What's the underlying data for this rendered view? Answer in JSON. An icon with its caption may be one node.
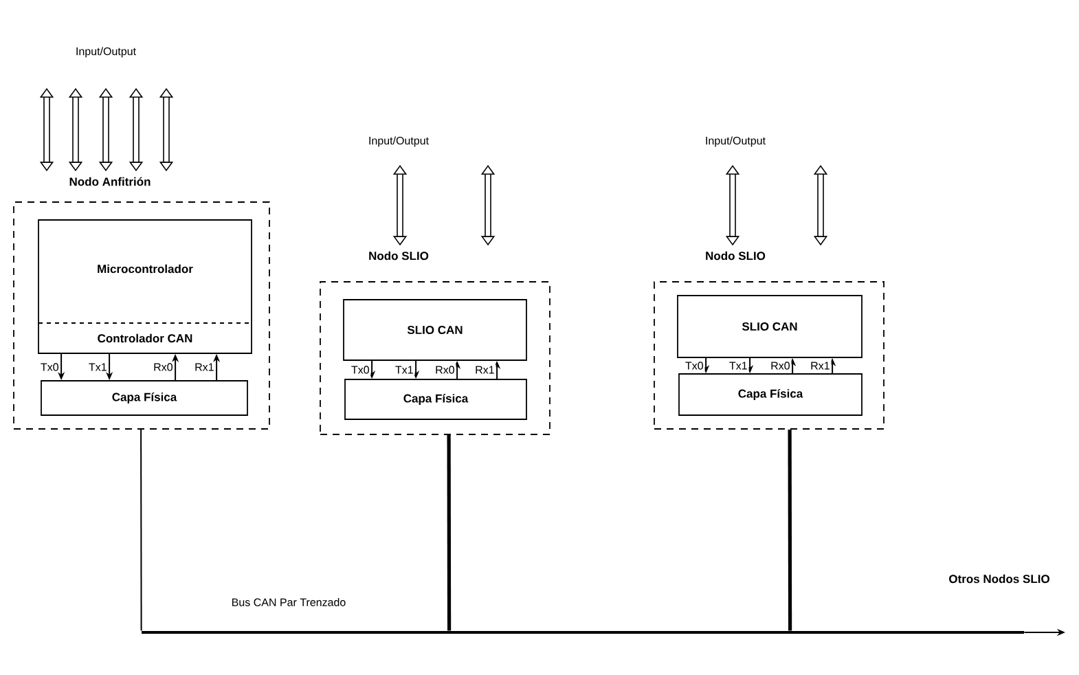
{
  "diagram": {
    "nodes": [
      {
        "text": [
          "Nodo Anfitrión"
        ]
      },
      {
        "text": [
          "Microcontrolador",
          "Controlador CAN"
        ],
        "in": 0
      },
      {
        "text": [
          "Capa Física"
        ],
        "in": 0
      },
      {
        "text": [
          "Nodo SLIO"
        ]
      },
      {
        "text": [
          "SLIO CAN"
        ],
        "in": 3
      },
      {
        "text": [
          "Capa Física"
        ],
        "in": 3
      },
      {
        "text": [
          "Nodo SLIO"
        ]
      },
      {
        "text": [
          "SLIO CAN"
        ],
        "in": 6
      },
      {
        "text": [
          "Capa Física"
        ],
        "in": 6
      },
      {
        "text": [],
        "shape": "bar"
      }
    ],
    "edges": [
      {
        "from": null,
        "to": 0,
        "arrow": "both",
        "style": "thick"
      },
      {
        "from": null,
        "to": 0,
        "arrow": "both",
        "style": "thick"
      },
      {
        "from": null,
        "to": 0,
        "arrow": "both",
        "style": "thick"
      },
      {
        "from": null,
        "to": 0,
        "arrow": "both",
        "style": "thick"
      },
      {
        "from": null,
        "to": 0,
        "arrow": "both",
        "style": "thick"
      },
      {
        "from": null,
        "to": 3,
        "arrow": "both",
        "style": "thick"
      },
      {
        "from": null,
        "to": 3,
        "arrow": "both",
        "style": "thick"
      },
      {
        "from": null,
        "to": 6,
        "arrow": "both",
        "style": "thick"
      },
      {
        "from": null,
        "to": 6,
        "arrow": "both",
        "style": "thick"
      },
      {
        "from": 1,
        "to": 2,
        "arrow": "to",
        "label": "Tx0"
      },
      {
        "from": 1,
        "to": 2,
        "arrow": "to",
        "label": "Tx1"
      },
      {
        "from": 2,
        "to": 1,
        "arrow": "to",
        "label": "Rx0"
      },
      {
        "from": 2,
        "to": 1,
        "arrow": "to",
        "label": "Rx1"
      },
      {
        "from": 4,
        "to": 5,
        "arrow": "to",
        "label": "Tx0"
      },
      {
        "from": 4,
        "to": 5,
        "arrow": "to",
        "label": "Tx1"
      },
      {
        "from": 5,
        "to": 4,
        "arrow": "to",
        "label": "Rx0"
      },
      {
        "from": 5,
        "to": 4,
        "arrow": "to",
        "label": "Rx1"
      },
      {
        "from": 7,
        "to": 8,
        "arrow": "to",
        "label": "Tx0"
      },
      {
        "from": 7,
        "to": 8,
        "arrow": "to",
        "label": "Tx1"
      },
      {
        "from": 8,
        "to": 7,
        "arrow": "to",
        "label": "Rx0"
      },
      {
        "from": 8,
        "to": 7,
        "arrow": "to",
        "label": "Rx1"
      },
      {
        "from": 0,
        "to": 9,
        "arrow": "none"
      },
      {
        "from": 3,
        "to": 9,
        "arrow": "none",
        "style": "thick"
      },
      {
        "from": 6,
        "to": 9,
        "arrow": "none",
        "style": "thick"
      },
      {
        "from": 9,
        "to": null,
        "arrow": "to"
      }
    ],
    "labels": [
      "Input/Output",
      "Input/Output",
      "Input/Output",
      "Otros Nodos SLIO",
      "Bus CAN Par Trenzado"
    ]
  }
}
